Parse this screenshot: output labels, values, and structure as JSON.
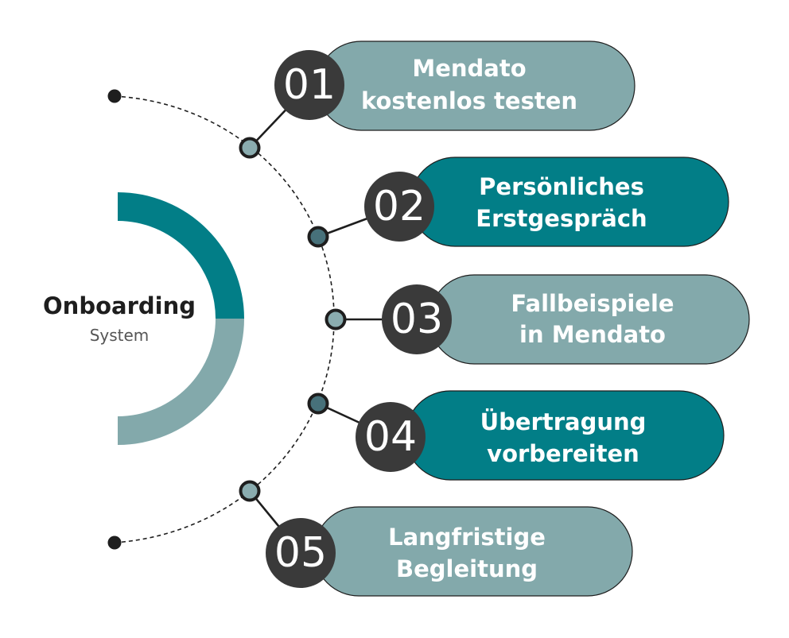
{
  "colors": {
    "teal": "#027e87",
    "gray_teal": "#83a9ab",
    "dark_circle": "#3a3a3a",
    "line": "#1e1e1e",
    "node_teal_fill": "#47717a",
    "node_gray_fill": "#8aacaf"
  },
  "center": {
    "title": "Onboarding",
    "subtitle": "System"
  },
  "steps": [
    {
      "number": "01",
      "line1": "Mendato",
      "line2": "kostenlos testen",
      "color": "gray_teal"
    },
    {
      "number": "02",
      "line1": "Persönliches",
      "line2": "Erstgespräch",
      "color": "teal"
    },
    {
      "number": "03",
      "line1": "Fallbeispiele",
      "line2": "in Mendato",
      "color": "gray_teal"
    },
    {
      "number": "04",
      "line1": "Übertragung",
      "line2": "vorbereiten",
      "color": "teal"
    },
    {
      "number": "05",
      "line1": "Langfristige",
      "line2": "Begleitung",
      "color": "gray_teal"
    }
  ]
}
